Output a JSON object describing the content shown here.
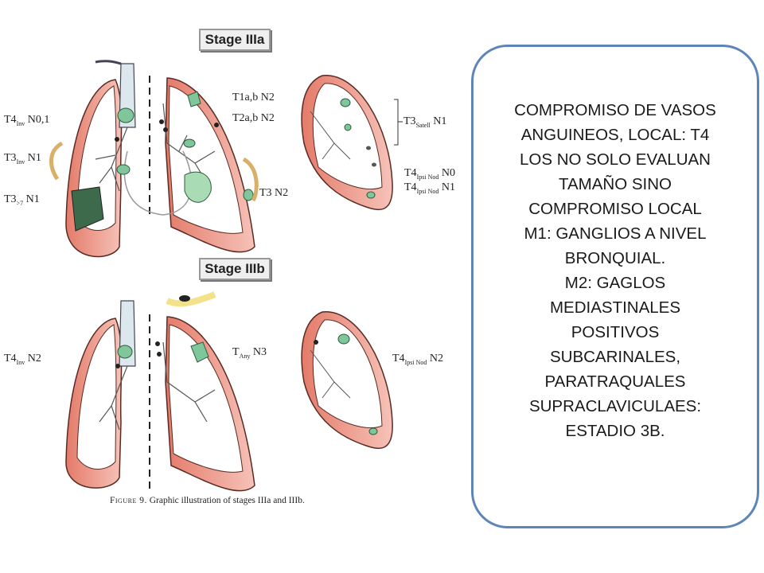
{
  "figure": {
    "stage_a_title": "Stage IIIa",
    "stage_b_title": "Stage IIIb",
    "labels_a": {
      "t4inv_n01": {
        "main": "T4",
        "sub": "Inv",
        "rest": " N0,1"
      },
      "t3inv_n1": {
        "main": "T3",
        "sub": "Inv",
        "rest": " N1"
      },
      "t37_n1": {
        "main": "T3",
        "sub": ">7",
        "rest": " N1"
      },
      "t1ab_n2": {
        "main": "T1a,b N2",
        "sub": "",
        "rest": ""
      },
      "t2ab_n2": {
        "main": "T2a,b N2",
        "sub": "",
        "rest": ""
      },
      "t3_n2": {
        "main": "T3 N2",
        "sub": "",
        "rest": ""
      },
      "t3satell_n1": {
        "main": "T3",
        "sub": "Satell",
        "rest": " N1"
      },
      "t4ipsi_n0": {
        "main": "T4",
        "sub": "Ipsi Nod",
        "rest": " N0"
      },
      "t4ipsi_n1": {
        "main": "T4",
        "sub": "Ipsi Nod",
        "rest": " N1"
      }
    },
    "labels_b": {
      "t4inv_n2": {
        "main": "T4",
        "sub": "Inv",
        "rest": " N2"
      },
      "tany_n3": {
        "main": "T",
        "sub": "Any",
        "rest": " N3"
      },
      "t4ipsi_n2": {
        "main": "T4",
        "sub": "Ipsi Nod",
        "rest": " N2"
      }
    },
    "caption_fig": "Figure 9.",
    "caption_text": " Graphic illustration of stages IIIa and IIIb."
  },
  "callout": {
    "lines": [
      "COMPROMISO DE VASOS",
      "ANGUINEOS, LOCAL: T4",
      "LOS  NO SOLO EVALUAN",
      "TAMAÑO SINO",
      "COMPROMISO LOCAL",
      "M1: GANGLIOS  A NIVEL",
      "BRONQUIAL.",
      "M2: GAGLOS",
      "MEDIASTINALES",
      "POSITIVOS",
      "SUBCARINALES,",
      "PARATRAQUALES",
      "SUPRACLAVICULAES:",
      "ESTADIO 3B."
    ]
  },
  "colors": {
    "pleura": "#e88a7a",
    "tumor": "#7fc79a",
    "callout_border": "#5d85b8"
  }
}
